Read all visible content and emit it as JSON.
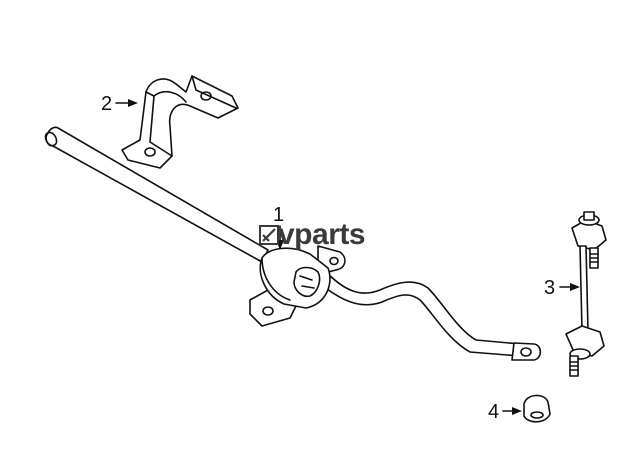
{
  "callouts": {
    "sway_bar": "1",
    "bushing_bracket": "2",
    "stabilizer_link": "3",
    "link_nut": "4"
  },
  "watermark": {
    "text": "vparts",
    "color": "#3a3a3a"
  },
  "colors": {
    "line": "#111111",
    "background": "#ffffff"
  }
}
